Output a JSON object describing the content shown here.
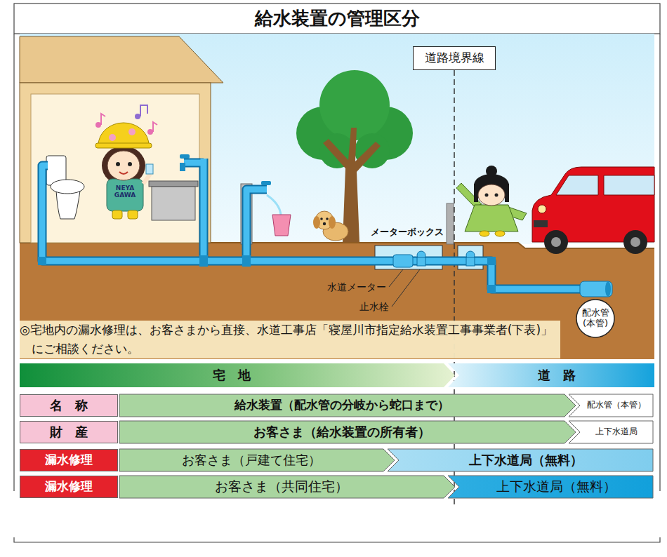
{
  "diagram": {
    "title": "給水装置の管理区分",
    "nodes": [
      {
        "text": [
          "道路境界線"
        ]
      },
      {
        "text": [
          "配水管 (本管)"
        ]
      },
      {
        "text": [
          "宅　地"
        ]
      },
      {
        "text": [
          "道　路"
        ]
      },
      {
        "text": [
          "名　称"
        ]
      },
      {
        "text": [
          "給水装置（配水管の分岐から蛇口まで）"
        ]
      },
      {
        "text": [
          "配水管（本管）"
        ]
      },
      {
        "text": [
          "財　産"
        ]
      },
      {
        "text": [
          "お客さま（給水装置の所有者）"
        ]
      },
      {
        "text": [
          "上下水道局"
        ]
      },
      {
        "text": [
          "漏水修理"
        ]
      },
      {
        "text": [
          "お客さま（戸建て住宅）"
        ]
      },
      {
        "text": [
          "上下水道局（無料）"
        ]
      },
      {
        "text": [
          "漏水修理"
        ]
      },
      {
        "text": [
          "お客さま（共同住宅）"
        ]
      },
      {
        "text": [
          "上下水道局（無料）"
        ]
      }
    ],
    "labels": [
      "メーターボックス",
      "水道メーター",
      "止水栓",
      "◎宅地内の漏水修理は、お客さまから直接、水道工事店「寝屋川市指定給水装置工事事業者(下表)」 にご相談ください。",
      "NEYA GAWA"
    ]
  }
}
